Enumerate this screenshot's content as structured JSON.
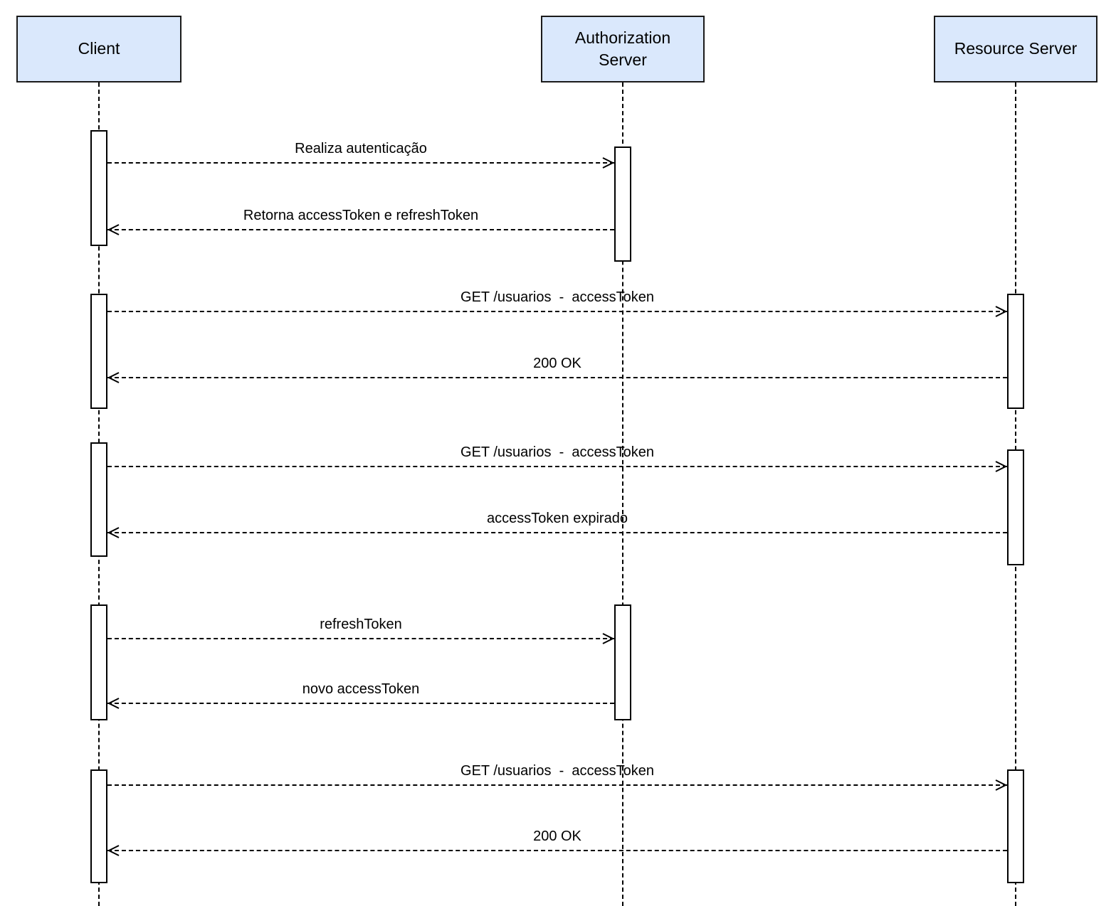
{
  "actors": [
    {
      "name": "Client"
    },
    {
      "name": "Authorization\nServer"
    },
    {
      "name": "Resource Server"
    }
  ],
  "messages": [
    {
      "label": "Realiza autenticação",
      "from": "Client",
      "to": "Authorization Server"
    },
    {
      "label": "Retorna accessToken e refreshToken",
      "from": "Authorization Server",
      "to": "Client"
    },
    {
      "label": "GET /usuarios  -  accessToken",
      "from": "Client",
      "to": "Resource Server"
    },
    {
      "label": "200 OK",
      "from": "Resource Server",
      "to": "Client"
    },
    {
      "label": "GET /usuarios  -  accessToken",
      "from": "Client",
      "to": "Resource Server"
    },
    {
      "label": "accessToken expirado",
      "from": "Resource Server",
      "to": "Client"
    },
    {
      "label": "refreshToken",
      "from": "Client",
      "to": "Authorization Server"
    },
    {
      "label": "novo accessToken",
      "from": "Authorization Server",
      "to": "Client"
    },
    {
      "label": "GET /usuarios  -  accessToken",
      "from": "Client",
      "to": "Resource Server"
    },
    {
      "label": "200 OK",
      "from": "Resource Server",
      "to": "Client"
    }
  ],
  "colors": {
    "actor_fill": "#dae8fc",
    "stroke": "#000000",
    "background": "#ffffff"
  }
}
